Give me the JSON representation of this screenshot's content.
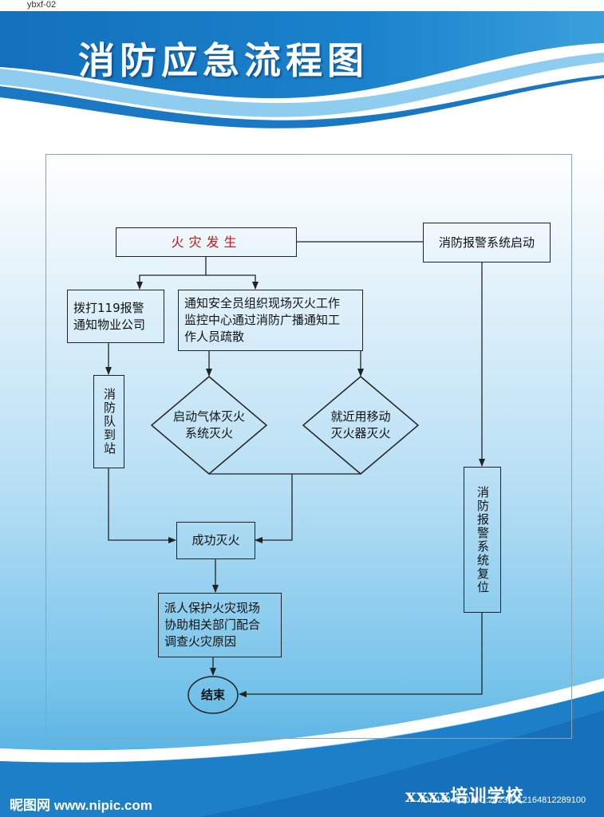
{
  "header": {
    "code": "ybxf-02",
    "title": "消防应急流程图"
  },
  "flowchart": {
    "fire": "火灾发生",
    "alarm_start": "消防报警系统启动",
    "call_119": "拨打119报警\n通知物业公司",
    "notify": "通知安全员组织现场灭火工作\n监控中心通过消防广播通知工\n作人员疏散",
    "fire_team": "消防队到站",
    "gas_system": "启动气体灭火\n系统灭火",
    "extinguisher": "就近用移动\n灭火器灭火",
    "success": "成功灭火",
    "alarm_reset": "消防报警系统复位",
    "investigate": "派人保护火灾现场\n协助相关部门配合\n调查火灾原因",
    "end": "结束"
  },
  "footer": {
    "school": "xxxx培训学校",
    "watermark": "昵图网 www.nipic.com",
    "id": "ID:11394870 NO:20230712164812289100"
  },
  "colors": {
    "header_blue": "#1a78c2",
    "fire_text": "#c4161c",
    "line": "#222222"
  }
}
